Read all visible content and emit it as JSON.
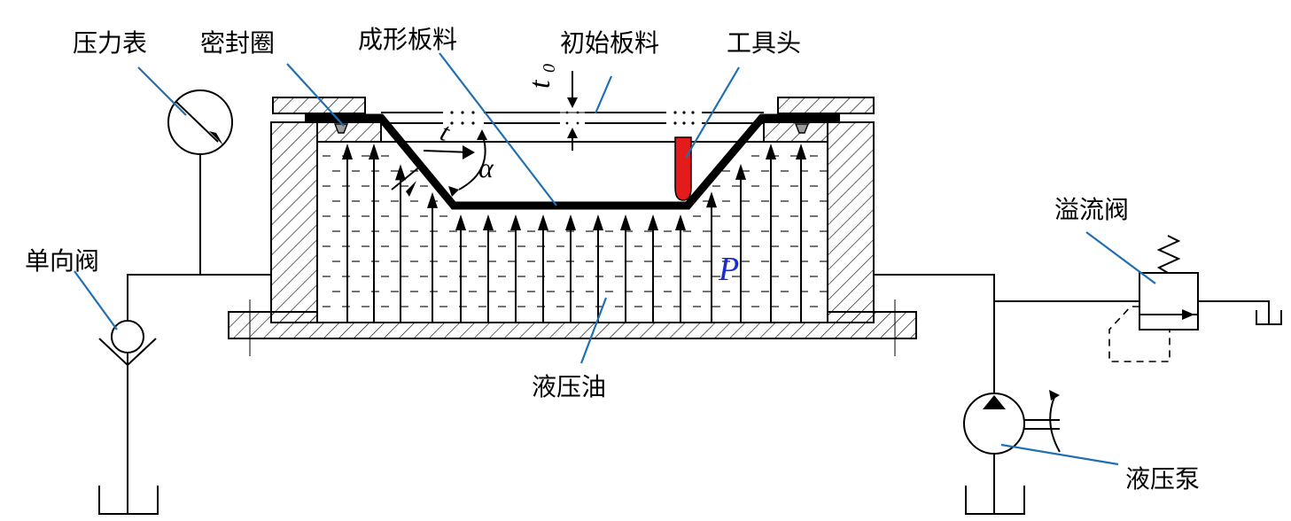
{
  "labels": {
    "pressure_gauge": "压力表",
    "seal_ring": "密封圈",
    "formed_sheet": "成形板料",
    "initial_sheet": "初始板料",
    "tool_head": "工具头",
    "relief_valve": "溢流阀",
    "check_valve": "单向阀",
    "hydraulic_oil": "液压油",
    "hydraulic_pump": "液压泵"
  },
  "symbols": {
    "t0_base": "t",
    "t0_sub": "0",
    "t": "t",
    "alpha": "α",
    "pressure": "P"
  },
  "colors": {
    "leader": "#1f6fb2",
    "tool": "#e31b1b",
    "pressure_symbol": "#1a2bd6",
    "line": "#000000"
  }
}
